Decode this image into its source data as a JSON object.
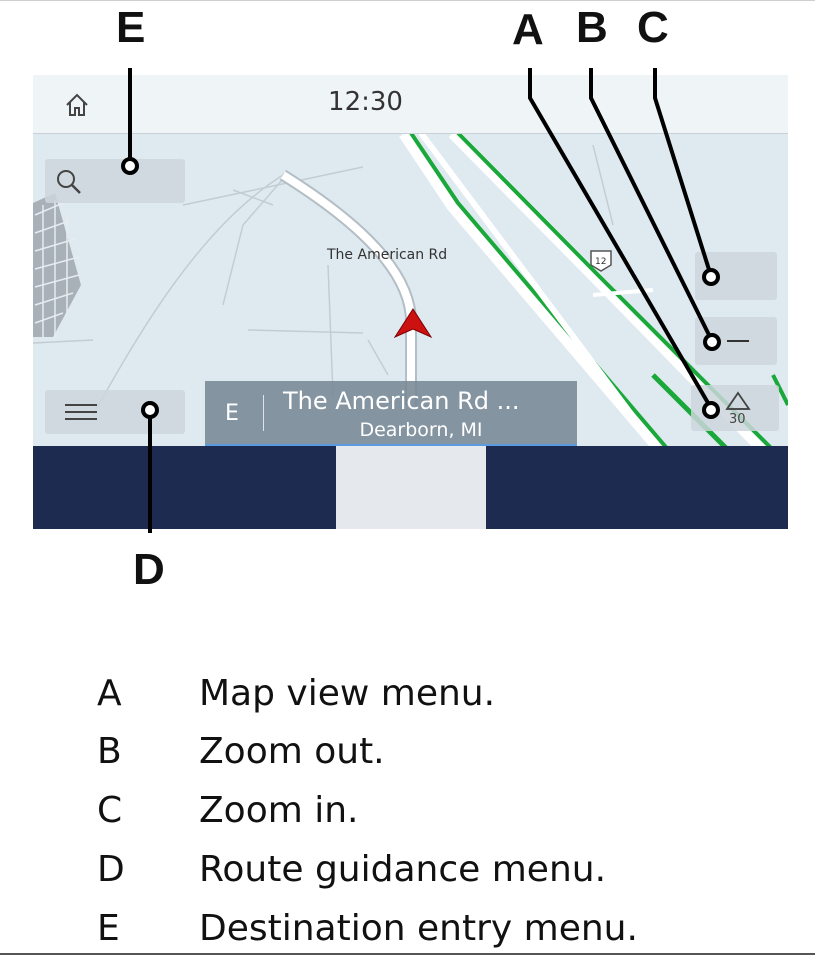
{
  "callouts": {
    "A": "A",
    "B": "B",
    "C": "C",
    "D": "D",
    "E": "E"
  },
  "screen": {
    "clock": "12:30",
    "road_label": "The American Rd",
    "street": {
      "direction": "E",
      "name": "The American Rd ...",
      "city": "Dearborn, MI"
    },
    "speed_limit": "30",
    "route_shield": "12",
    "icons": {
      "home": "home-icon",
      "search": "search-icon",
      "menu": "hamburger-menu-icon",
      "mapview": "map-view-icon",
      "zoom_out": "minus-icon",
      "vehicle": "vehicle-arrow-icon"
    }
  },
  "legend": [
    {
      "letter": "A",
      "text": "Map view menu."
    },
    {
      "letter": "B",
      "text": "Zoom out."
    },
    {
      "letter": "C",
      "text": "Zoom in."
    },
    {
      "letter": "D",
      "text": "Route guidance menu."
    },
    {
      "letter": "E",
      "text": "Destination entry menu."
    }
  ],
  "colors": {
    "map_bg": "#dfeaf0",
    "green_route": "#1aa83a",
    "vehicle_arrow": "#cc1111",
    "bottom_bar": "#1c2b4f"
  }
}
